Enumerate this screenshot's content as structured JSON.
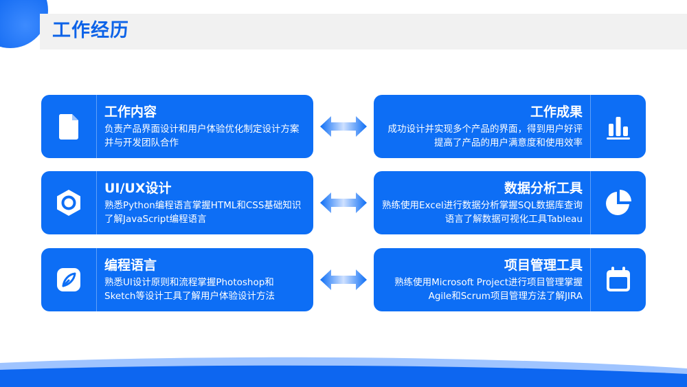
{
  "page": {
    "title": "工作经历"
  },
  "colors": {
    "primary": "#0d6ef5",
    "title": "#0d63e8",
    "band": "#f1f1f1"
  },
  "left_cards": [
    {
      "title": "工作内容",
      "desc": "负责产品界面设计和用户体验优化制定设计方案并与开发团队合作",
      "icon": "document-icon"
    },
    {
      "title": "UI/UX设计",
      "desc": "熟悉Python编程语言掌握HTML和CSS基础知识了解JavaScript编程语言",
      "icon": "hexagon-nut-icon"
    },
    {
      "title": "编程语言",
      "desc": "熟悉UI设计原则和流程掌握Photoshop和Sketch等设计工具了解用户体验设计方法",
      "icon": "pen-icon"
    }
  ],
  "right_cards": [
    {
      "title": "工作成果",
      "desc": "成功设计并实现多个产品的界面，得到用户好评提高了产品的用户满意度和使用效率",
      "icon": "bar-chart-icon"
    },
    {
      "title": "数据分析工具",
      "desc": "熟练使用Excel进行数据分析掌握SQL数据库查询语言了解数据可视化工具Tableau",
      "icon": "pie-chart-icon"
    },
    {
      "title": "项目管理工具",
      "desc": "熟练使用Microsoft Project进行项目管理掌握Agile和Scrum项目管理方法了解JIRA",
      "icon": "calendar-icon"
    }
  ]
}
